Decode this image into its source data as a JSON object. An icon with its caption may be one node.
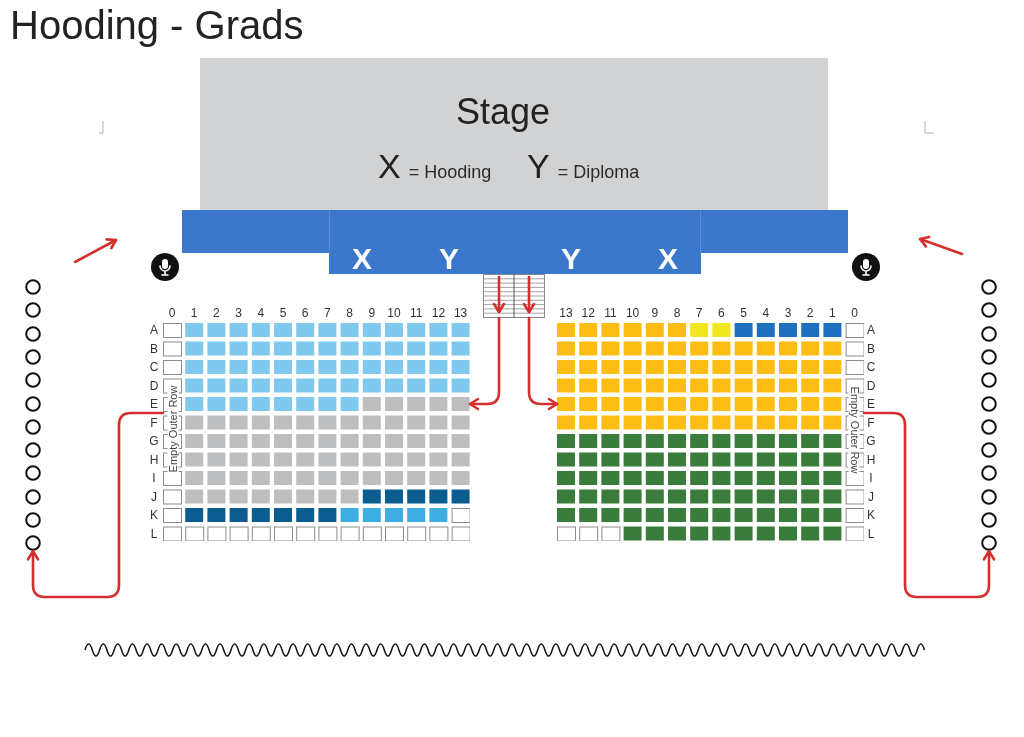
{
  "diagram": {
    "title": "Hooding - Grads",
    "nodes": [
      {
        "text": [
          "Stage"
        ]
      },
      {
        "text": [
          "X",
          "Y",
          "Y",
          "X"
        ]
      },
      {
        "text": [],
        "shape": "stairs"
      },
      {
        "text": [],
        "shape": "circle"
      },
      {
        "text": [],
        "shape": "circle"
      },
      {
        "text": [],
        "shape": "circle"
      },
      {
        "text": [],
        "shape": "circle"
      },
      {
        "text": [],
        "shape": "circle"
      },
      {
        "text": [],
        "shape": "circle"
      },
      {
        "text": [],
        "shape": "circle"
      },
      {
        "text": [],
        "shape": "circle"
      },
      {
        "text": [],
        "shape": "circle"
      },
      {
        "text": [],
        "shape": "circle"
      },
      {
        "text": [],
        "shape": "circle"
      },
      {
        "text": [],
        "shape": "circle"
      },
      {
        "text": [],
        "shape": "grid",
        "beside": [
          "0",
          "1",
          "2",
          "3",
          "4",
          "5",
          "6",
          "7",
          "8",
          "9",
          "10",
          "11",
          "12",
          "13",
          "A",
          "B",
          "C",
          "D",
          "E",
          "F",
          "G",
          "H",
          "I",
          "J",
          "K",
          "L"
        ]
      },
      {
        "text": [],
        "shape": "grid",
        "beside": [
          "13",
          "12",
          "11",
          "10",
          "9",
          "8",
          "7",
          "6",
          "5",
          "4",
          "3",
          "2",
          "1",
          "0",
          "A",
          "B",
          "C",
          "D",
          "E",
          "F",
          "G",
          "H",
          "I",
          "J",
          "K",
          "L"
        ]
      },
      {
        "text": [],
        "shape": "circle"
      },
      {
        "text": [],
        "shape": "circle"
      },
      {
        "text": [],
        "shape": "circle"
      },
      {
        "text": [],
        "shape": "circle"
      },
      {
        "text": [],
        "shape": "circle"
      },
      {
        "text": [],
        "shape": "circle"
      },
      {
        "text": [],
        "shape": "circle"
      },
      {
        "text": [],
        "shape": "circle"
      },
      {
        "text": [],
        "shape": "circle"
      },
      {
        "text": [],
        "shape": "circle"
      },
      {
        "text": [],
        "shape": "circle"
      },
      {
        "text": [],
        "shape": "circle"
      }
    ],
    "edges": [
      {
        "from": 2,
        "to": 15,
        "arrow": "to"
      },
      {
        "from": 2,
        "to": 16,
        "arrow": "to"
      },
      {
        "from": 15,
        "to": 14,
        "arrow": "to"
      },
      {
        "from": 16,
        "to": 28,
        "arrow": "to"
      }
    ],
    "labels": [
      "Empty Outer Row",
      "Empty Outer Row"
    ],
    "legend": [
      {
        "text": "X = Hooding"
      },
      {
        "text": "Y = Diploma"
      }
    ]
  }
}
